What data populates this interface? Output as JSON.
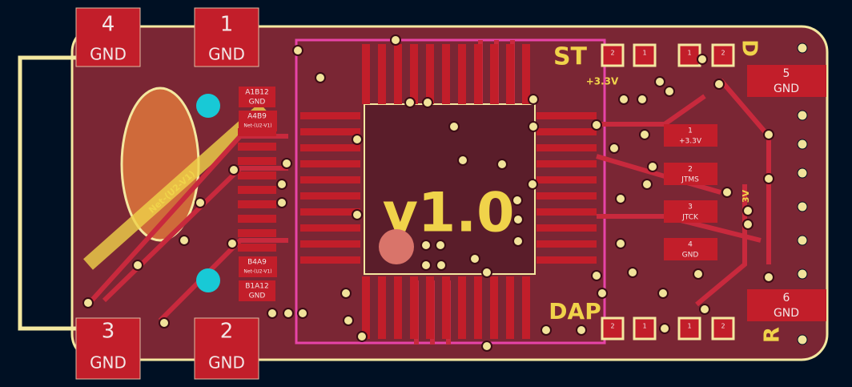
{
  "colors": {
    "background": "#001023",
    "board": "#7a2634",
    "outline": "#f4e8a0",
    "copper": "#c8293d",
    "pad": "#c21e2a",
    "keepout": "#e844a8",
    "via_ring": "#f1e29a",
    "silk": "#f0d34a",
    "highlight_via": "#18c9d6"
  },
  "connector_pads": [
    {
      "number": "4",
      "net": "GND"
    },
    {
      "number": "1",
      "net": "GND"
    },
    {
      "number": "3",
      "net": "GND"
    },
    {
      "number": "2",
      "net": "GND"
    }
  ],
  "usb_labels": [
    "A1B12",
    "GND",
    "A4B9",
    "Net-(U2-V1)",
    "B4A9",
    "Net-(U2-V1)",
    "B1A12",
    "GND"
  ],
  "header_left": [
    {
      "number": "1",
      "net": "+3.3V"
    },
    {
      "number": "2",
      "net": "JTMS"
    },
    {
      "number": "3",
      "net": "JTCK"
    },
    {
      "number": "4",
      "net": "GND"
    }
  ],
  "header_right": [
    {
      "number": "5",
      "net": "GND"
    },
    {
      "number": "6",
      "net": "GND"
    }
  ],
  "small_pads": [
    "2",
    "1",
    "1",
    "2",
    "2",
    "1",
    "1",
    "2"
  ],
  "silkscreen": {
    "st": "ST",
    "dap": "DAP",
    "version": "v1.0",
    "d_mark": "D",
    "r_mark": "R",
    "voltage": "+3.3V",
    "side_voltage": "3V",
    "net_diag": "Net-(U2-V1)"
  }
}
